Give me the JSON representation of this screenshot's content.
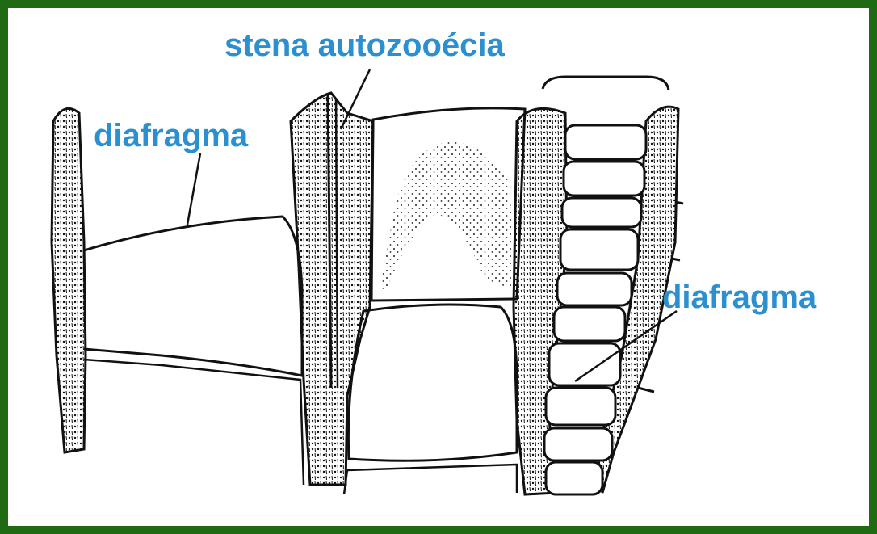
{
  "labels": {
    "wall": "stena autozooécia",
    "diaphragm_left": "diafragma",
    "diaphragm_right": "diafragma"
  },
  "colors": {
    "border": "#1f6a12",
    "background": "#ffffff",
    "label": "#2b8fd0",
    "ink": "#111111"
  }
}
